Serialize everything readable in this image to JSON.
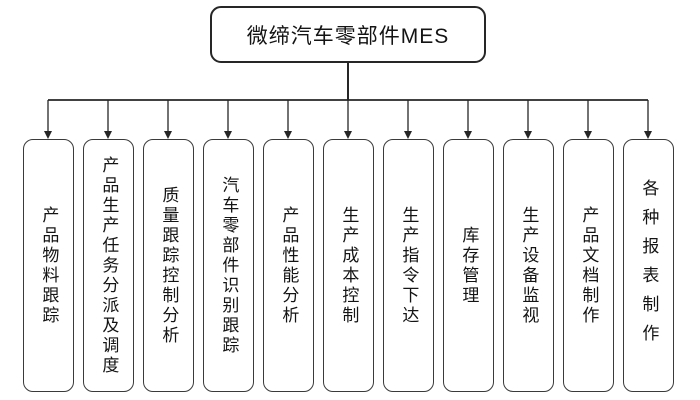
{
  "diagram": {
    "title": "微缔汽车零部件MES",
    "modules": [
      "产品物料跟踪",
      "产品生产任务分派及调度",
      "质量跟踪控制分析",
      "汽车零部件识别跟踪",
      "产品性能分析",
      "生产成本控制",
      "生产指令下达",
      "库存管理",
      "生产设备监视",
      "产品文档制作",
      "各种报表制作"
    ],
    "colors": {
      "line": "#262626",
      "node_border": "#3a3a3a",
      "text": "#141414",
      "background": "#ffffff"
    }
  }
}
